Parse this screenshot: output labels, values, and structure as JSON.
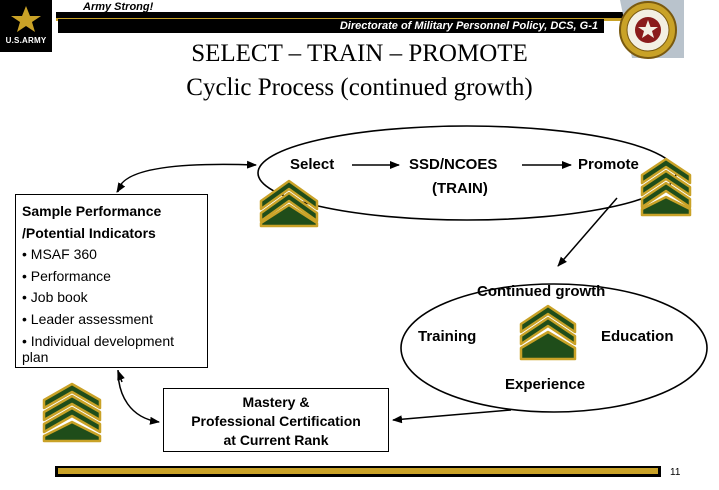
{
  "header": {
    "logo_text": "U.S.ARMY",
    "slogan": "Army Strong!",
    "directorate": "Directorate of Military Personnel Policy, DCS, G-1"
  },
  "title": {
    "line1": "SELECT – TRAIN – PROMOTE",
    "line2": "Cyclic Process (continued growth)"
  },
  "cycle": {
    "select": "Select",
    "ssd_ncoes": "SSD/NCOES",
    "train": "(TRAIN)",
    "promote": "Promote"
  },
  "indicators": {
    "heading_line1": "Sample Performance",
    "heading_line2": "/Potential Indicators",
    "items": [
      "• MSAF 360",
      "• Performance",
      "• Job book",
      "• Leader assessment",
      "• Individual development plan"
    ]
  },
  "growth": {
    "title": "Continued growth",
    "training": "Training",
    "education": "Education",
    "experience": "Experience"
  },
  "mastery": {
    "line1": "Mastery &",
    "line2": "Professional Certification",
    "line3": "at Current Rank"
  },
  "footer": {
    "page_number": "11"
  },
  "icons": [
    "army-star-logo-icon",
    "staff-seal-icon",
    "sergeant-chevron-icon"
  ],
  "colors": {
    "gold": "#c9a227",
    "olive": "#1f4d1a",
    "black": "#000000"
  }
}
